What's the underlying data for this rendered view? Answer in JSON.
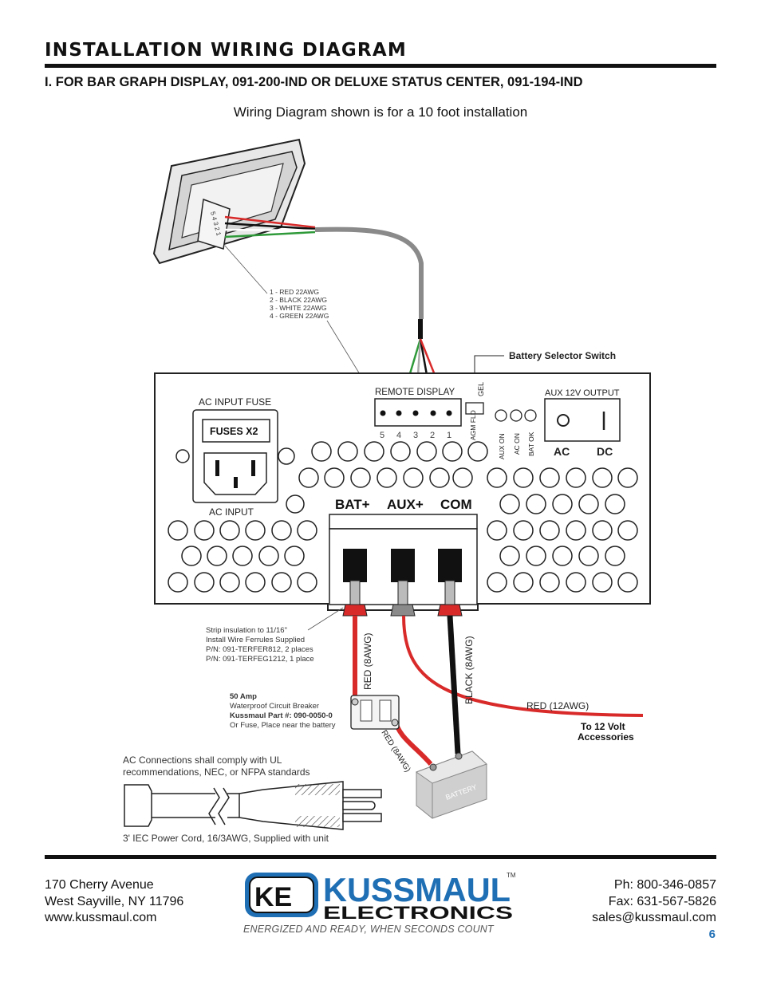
{
  "header": {
    "title": "INSTALLATION WIRING DIAGRAM",
    "subtitle": "I.  FOR BAR GRAPH DISPLAY, 091-200-IND OR DELUXE STATUS CENTER, 091-194-IND",
    "caption": "Wiring Diagram shown is for a 10 foot installation"
  },
  "diagram": {
    "display_pins": "5 4 3 2 1",
    "wire_legend": [
      "1 - RED 22AWG",
      "2 - BLACK 22AWG",
      "3 - WHITE 22AWG",
      "4 - GREEN 22AWG"
    ],
    "battery_selector": "Battery Selector Switch",
    "remote_display": "REMOTE DISPLAY",
    "gel": "GEL",
    "agm_fld": "AGM FLD",
    "aux_on": "AUX ON",
    "ac_on": "AC ON",
    "bat_ok": "BAT OK",
    "aux_output": "AUX 12V OUTPUT",
    "ac": "AC",
    "dc": "DC",
    "ac_input_fuse": "AC INPUT FUSE",
    "fuses": "FUSES X2",
    "ac_input": "AC INPUT",
    "bat_plus": "BAT+",
    "aux_plus": "AUX+",
    "com": "COM",
    "pin_numbers": [
      "5",
      "4",
      "3",
      "2",
      "1"
    ],
    "strip_note": [
      "Strip insulation to 11/16\"",
      "Install Wire Ferrules Supplied",
      "P/N: 091-TERFER812, 2 places",
      "P/N: 091-TERFEG1212, 1 place"
    ],
    "breaker_note": [
      "50 Amp",
      "Waterproof Circuit Breaker",
      "Kussmaul Part #: 090-0050-0",
      "Or Fuse, Place near the battery"
    ],
    "red_8awg": "RED  (8AWG)",
    "black_8awg": "BLACK  (8AWG)",
    "red_12awg": "RED  (12AWG)",
    "red_8awg_diag": "RED  (8AWG)",
    "to_accessories": [
      "To  12  Volt",
      "Accessories"
    ],
    "battery": "BATTERY",
    "ac_note": [
      "AC Connections shall comply with UL",
      "recommendations, NEC, or NFPA standards"
    ],
    "cord_note": "3' IEC Power Cord, 16/3AWG, Supplied with unit",
    "colors": {
      "red": "#d92a2a",
      "green": "#2f9a3a",
      "grey": "#8a8a8a",
      "black": "#111111"
    }
  },
  "footer": {
    "address": [
      "170 Cherry Avenue",
      "West Sayville, NY 11796",
      "www.kussmaul.com"
    ],
    "contact": [
      "Ph: 800-346-0857",
      "Fax: 631-567-5826",
      "sales@kussmaul.com"
    ],
    "page": "6",
    "logo_initials": "KE",
    "logo_name": "KUSSMAUL",
    "logo_sub": "ELECTRONICS",
    "logo_tm": "TM",
    "logo_tagline": "ENERGIZED AND READY, WHEN SECONDS COUNT"
  }
}
